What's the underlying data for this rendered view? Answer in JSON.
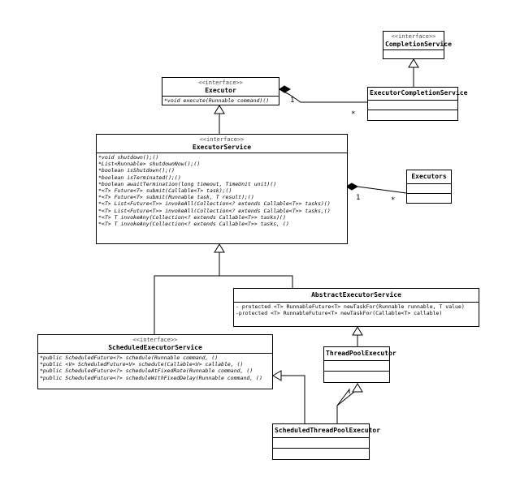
{
  "stereotype": "<<interface>>",
  "classes": {
    "completion_service": {
      "name": "CompletionService"
    },
    "executor": {
      "name": "Executor",
      "methods": [
        "*void execute(Runnable command)()"
      ]
    },
    "executor_completion_service": {
      "name": "ExecutorCompletionService"
    },
    "executor_service": {
      "name": "ExecutorService",
      "methods": [
        "*void shutdown();()",
        "*List<Runnable> shutdownNow();()",
        "*boolean isShutdown();()",
        "*boolean isTerminated();()",
        "*boolean awaitTermination(long timeout, TimeUnit unit)()",
        "*<T> Future<T> submit(Callable<T> task);()",
        "*<T> Future<T> submit(Runnable task, T result);()",
        "*<T> List<Future<T>> invokeAll(Collection<? extends Callable<T>> tasks)()",
        "*<T> List<Future<T>> invokeAll(Collection<? extends Callable<T>> tasks,()",
        "*<T> T invokeAny(Collection<? extends Callable<T>> tasks)()",
        "*<T> T invokeAny(Collection<? extends Callable<T>> tasks, ()"
      ]
    },
    "executors": {
      "name": "Executors"
    },
    "abstract_executor_service": {
      "name": "AbstractExecutorService",
      "methods": [
        "- protected <T> RunnableFuture<T> newTaskFor(Runnable runnable, T value)",
        "-protected <T> RunnableFuture<T> newTaskFor(Callable<T> callable)"
      ]
    },
    "scheduled_executor_service": {
      "name": "ScheduledExecutorService",
      "methods": [
        "*public ScheduledFuture<?> schedule(Runnable command, ()",
        "*public <V> ScheduledFuture<V> schedule(Callable<V> callable, ()",
        "*public ScheduledFuture<?> scheduleAtFixedRate(Runnable command, ()",
        "*public ScheduledFuture<?> scheduleWithFixedDelay(Runnable command, ()"
      ]
    },
    "thread_pool_executor": {
      "name": "ThreadPoolExecutor"
    },
    "scheduled_thread_pool_executor": {
      "name": "ScheduledThreadPoolExecutor"
    }
  },
  "multiplicities": {
    "executor_end": "1",
    "completion_end": "*",
    "executor_service_end": "1",
    "executors_end": "*"
  }
}
